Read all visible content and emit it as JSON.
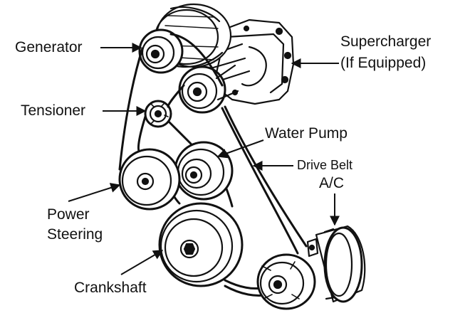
{
  "labels": {
    "generator": "Generator",
    "supercharger_line1": "Supercharger",
    "supercharger_line2": "(If Equipped)",
    "tensioner": "Tensioner",
    "water_pump": "Water Pump",
    "drive_belt": "Drive Belt",
    "ac": "A/C",
    "power_steering_line1": "Power",
    "power_steering_line2": "Steering",
    "crankshaft": "Crankshaft"
  },
  "colors": {
    "ink": "#111111",
    "background": "#ffffff"
  }
}
